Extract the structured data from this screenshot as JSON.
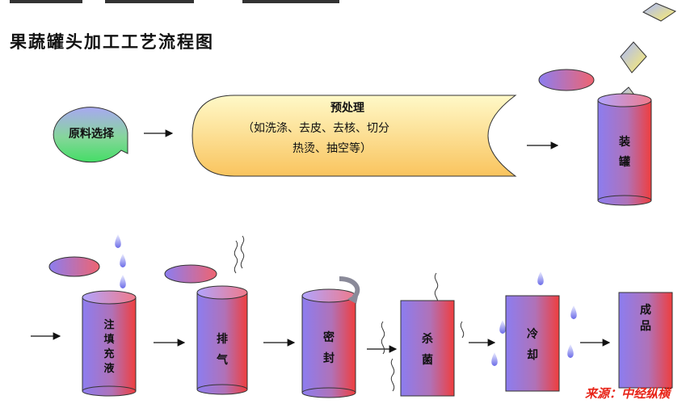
{
  "title": "果蔬罐头加工工艺流程图",
  "source": "来源：中经纵横",
  "steps": {
    "raw": "原料选择",
    "pre_title": "预处理",
    "pre_line1": "（如洗涤、去皮、去核、切分",
    "pre_line2": "热烫、抽空等）",
    "can": [
      "装",
      "罐"
    ],
    "fill": [
      "注",
      "填",
      "充",
      "液"
    ],
    "exhaust": [
      "排",
      "气"
    ],
    "seal": [
      "密",
      "封"
    ],
    "sterilize": [
      "杀",
      "菌"
    ],
    "cool": [
      "冷",
      "却"
    ],
    "product": [
      "成",
      "品"
    ]
  },
  "colors": {
    "cyl_left": "#8c7df0",
    "cyl_right": "#ef3e3e",
    "bubble": "#66dd77",
    "scroll": "#fbd071",
    "drop": "#7777ee",
    "source_red": "#e8261a"
  }
}
